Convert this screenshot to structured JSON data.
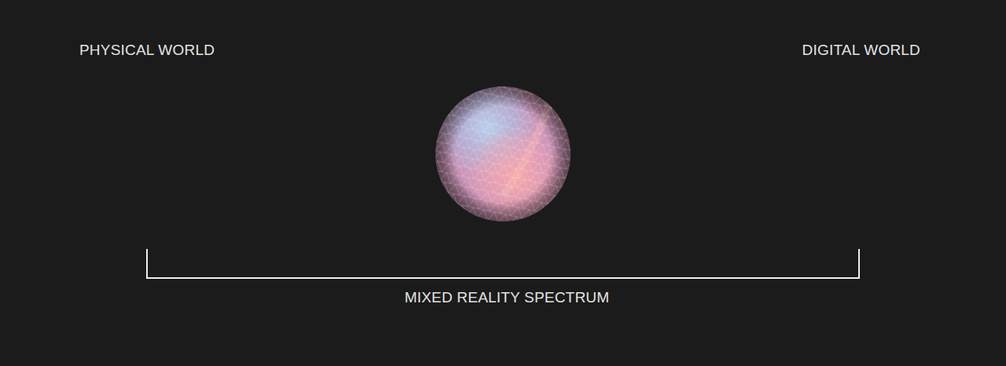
{
  "diagram": {
    "labels": [
      "PHYSICAL WORLD",
      "DIGITAL WORLD",
      "MIXED REALITY SPECTRUM"
    ]
  }
}
